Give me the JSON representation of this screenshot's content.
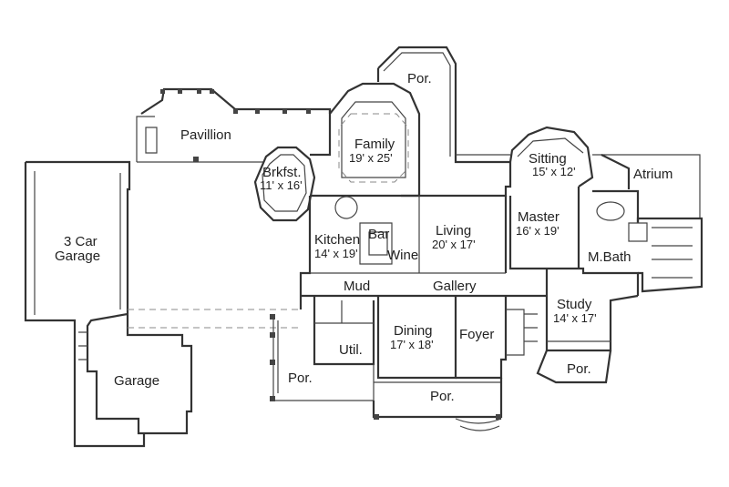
{
  "rooms": {
    "pavillion": "Pavillion",
    "por_top": "Por.",
    "family": "Family",
    "family_dim": "19' x 25'",
    "brkfst": "Brkfst.",
    "brkfst_dim": "11' x 16'",
    "sitting": "Sitting",
    "sitting_dim": "15' x 12'",
    "atrium": "Atrium",
    "car_garage_1": "3 Car",
    "car_garage_2": "Garage",
    "kitchen": "Kitchen",
    "kitchen_dim": "14' x 19'",
    "bar": "Bar",
    "wine": "Wine",
    "living": "Living",
    "living_dim": "20' x 17'",
    "master": "Master",
    "master_dim": "16' x 19'",
    "mbath": "M.Bath",
    "mud": "Mud",
    "gallery": "Gallery",
    "study": "Study",
    "study_dim": "14' x 17'",
    "dining": "Dining",
    "dining_dim": "17' x 18'",
    "foyer": "Foyer",
    "util": "Util.",
    "garage": "Garage",
    "por_left": "Por.",
    "por_bottom": "Por.",
    "por_right": "Por."
  },
  "colors": {
    "wall": "#333333",
    "text": "#222222",
    "background": "#ffffff"
  }
}
